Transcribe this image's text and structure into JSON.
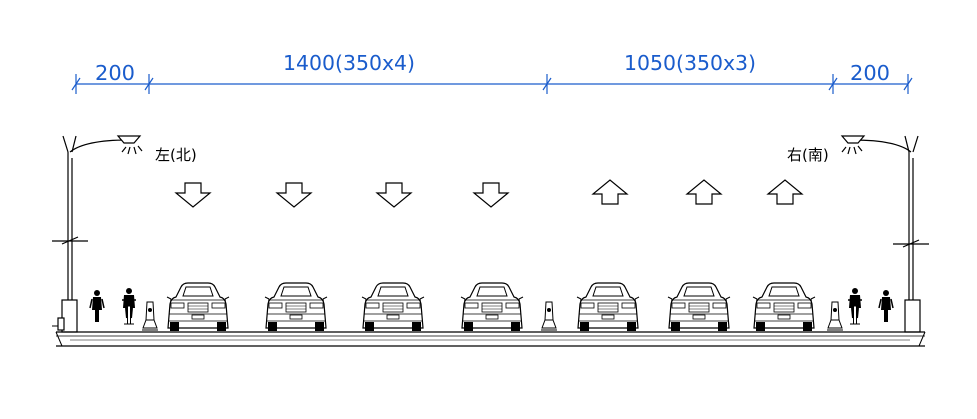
{
  "colors": {
    "dimension": "#1a5ccc",
    "drawing": "#000000",
    "background": "#ffffff"
  },
  "dimensions": [
    {
      "label": "200"
    },
    {
      "label": "1400(350x4)"
    },
    {
      "label": "1050(350x3)"
    },
    {
      "label": "200"
    }
  ],
  "labels": {
    "left": "左(北)",
    "right": "右(南)"
  },
  "lanes": [
    {
      "direction": "down"
    },
    {
      "direction": "down"
    },
    {
      "direction": "down"
    },
    {
      "direction": "down"
    },
    {
      "direction": "up"
    },
    {
      "direction": "up"
    },
    {
      "direction": "up"
    }
  ],
  "icons": {
    "street_light": "street-light-icon",
    "pedestrian": "pedestrian-icon",
    "cyclist": "cyclist-icon",
    "car": "car-front-icon",
    "bollard": "bollard-icon",
    "lane_arrow": "lane-arrow-icon"
  }
}
